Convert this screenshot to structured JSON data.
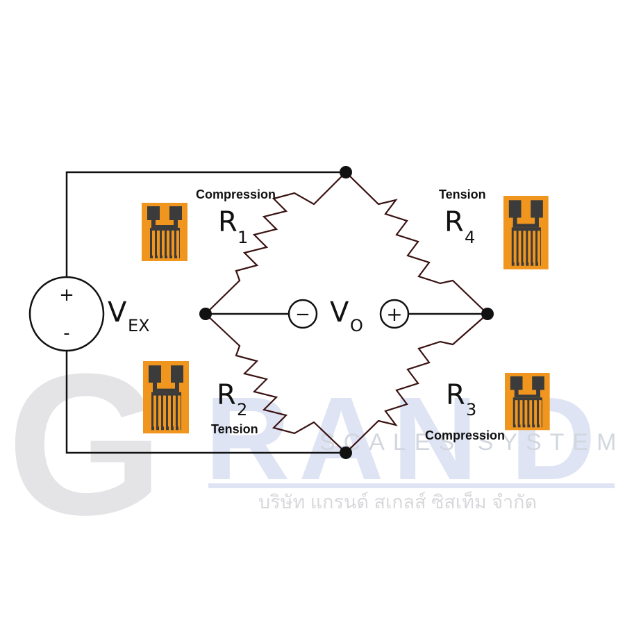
{
  "watermark": {
    "big_letters": [
      "G",
      "R",
      "A",
      "N",
      "D"
    ],
    "tagline": "SCALES SYSTEM",
    "company_thai": "บริษัท แกรนด์ สเกลส์ ซิสเท็ม จำกัด",
    "colors": {
      "gray": "#e4e4e6",
      "blue": "#dfe4f4"
    }
  },
  "source": {
    "name_main": "V",
    "name_sub": "EX",
    "plus": "+",
    "minus": "-"
  },
  "output": {
    "name_main": "V",
    "name_sub": "O",
    "neg_symbol": "−",
    "pos_symbol": "+"
  },
  "resistors": {
    "r1": {
      "main": "R",
      "sub": "1",
      "mode": "Compression"
    },
    "r2": {
      "main": "R",
      "sub": "2",
      "mode": "Tension"
    },
    "r3": {
      "main": "R",
      "sub": "3",
      "mode": "Compression"
    },
    "r4": {
      "main": "R",
      "sub": "4",
      "mode": "Tension"
    }
  },
  "colors": {
    "wire": "#111111",
    "resistor": "#3a1212",
    "gauge_orange": "#f0961e",
    "gauge_dark": "#3b3b3b"
  },
  "icons": [
    "strain-gauge-icon",
    "voltage-source-icon"
  ]
}
